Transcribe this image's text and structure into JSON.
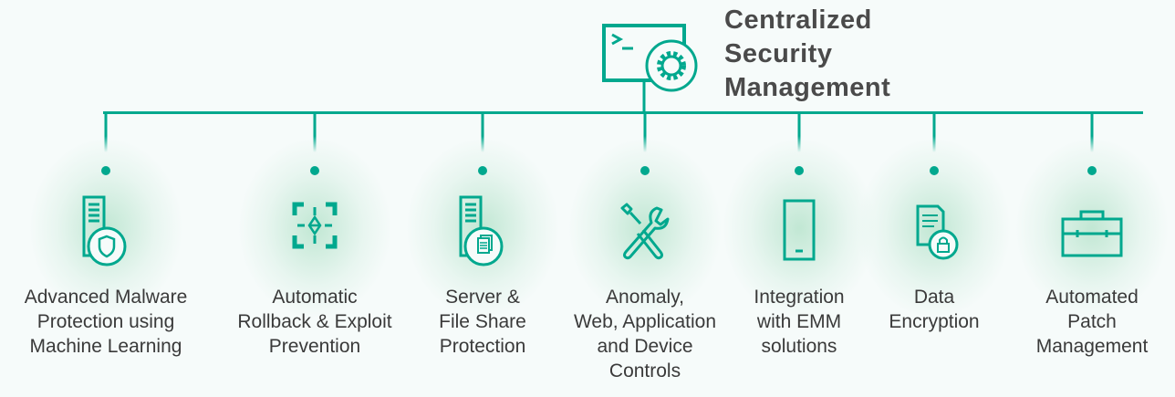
{
  "accent": "#00a88e",
  "header": {
    "title_lines": [
      "Centralized",
      "Security",
      "Management"
    ],
    "icon": "terminal-gear-icon"
  },
  "features": [
    {
      "label": "Advanced Malware\nProtection using\nMachine Learning",
      "icon": "server-shield-icon"
    },
    {
      "label": "Automatic\nRollback & Exploit\nPrevention",
      "icon": "focus-frame-icon"
    },
    {
      "label": "Server &\nFile Share\nProtection",
      "icon": "server-documents-icon"
    },
    {
      "label": "Anomaly,\nWeb, Application\nand Device\nControls",
      "icon": "tools-icon"
    },
    {
      "label": "Integration\nwith EMM\nsolutions",
      "icon": "mobile-device-icon"
    },
    {
      "label": "Data\nEncryption",
      "icon": "document-lock-icon"
    },
    {
      "label": "Automated\nPatch\nManagement",
      "icon": "briefcase-icon"
    }
  ]
}
